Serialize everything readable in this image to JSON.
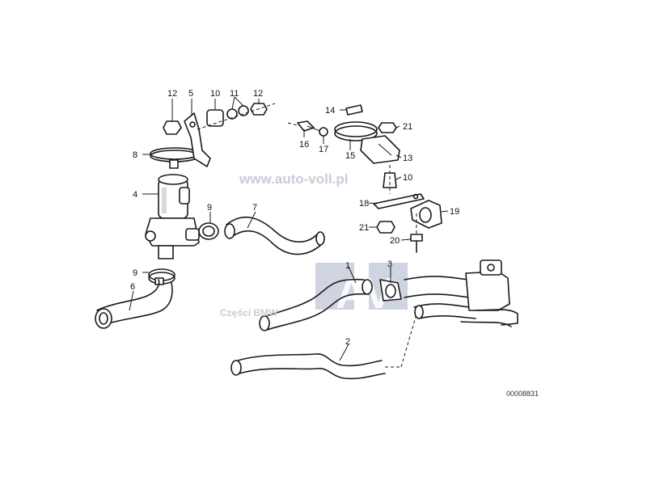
{
  "diagram": {
    "callouts": [
      "12",
      "5",
      "10",
      "11",
      "12",
      "8",
      "4",
      "9",
      "7",
      "9",
      "6",
      "14",
      "16",
      "17",
      "15",
      "21",
      "13",
      "10",
      "18",
      "19",
      "21",
      "20",
      "1",
      "3",
      "2"
    ],
    "drawing_code": "00008831"
  },
  "watermarks": {
    "site": "www.auto-voll.pl",
    "logo": "AV",
    "parts": "Części BMW"
  },
  "colors": {
    "line": "#1a1a1a",
    "watermark": "#c9ccd6",
    "logo_block": "#aab0c8"
  }
}
